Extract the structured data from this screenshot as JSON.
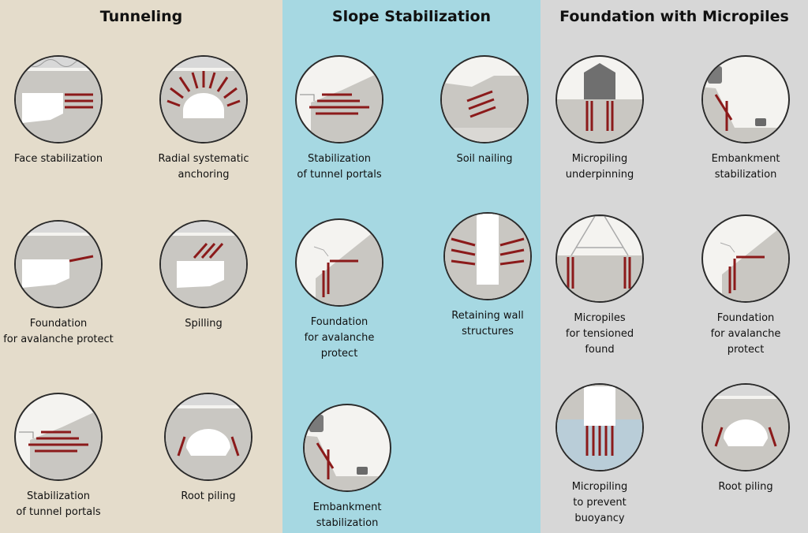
{
  "colors": {
    "tunneling_bg": "#e4dccb",
    "slope_bg": "#a6d8e2",
    "micropiles_bg": "#d7d7d7",
    "anchor_red": "#8b1a1a",
    "ground_gray": "#c9c7c2",
    "ring_dark": "#2b2b2b"
  },
  "columns": [
    {
      "title": "Tunneling",
      "items": [
        {
          "caption": "Face stabilization",
          "icon": "face-stabilization-icon"
        },
        {
          "caption": "Radial systematic\nanchoring",
          "icon": "radial-anchoring-icon"
        },
        {
          "caption": "Foundation\nfor avalanche protect",
          "icon": "avalanche-foundation-icon"
        },
        {
          "caption": "Spilling",
          "icon": "spilling-icon"
        },
        {
          "caption": "Stabilization\nof tunnel portals",
          "icon": "tunnel-portal-icon"
        },
        {
          "caption": "Root piling",
          "icon": "root-piling-icon"
        }
      ]
    },
    {
      "title": "Slope Stabilization",
      "items": [
        {
          "caption": "Stabilization\nof tunnel portals",
          "icon": "tunnel-portal-icon"
        },
        {
          "caption": "Soil nailing",
          "icon": "soil-nailing-icon"
        },
        {
          "caption": "Foundation\nfor avalanche\nprotect",
          "icon": "avalanche-foundation-icon"
        },
        {
          "caption": "Retaining wall\nstructures",
          "icon": "retaining-wall-icon"
        },
        {
          "caption": "Embankment\nstabilization",
          "icon": "embankment-icon"
        }
      ]
    },
    {
      "title": "Foundation with Micropiles",
      "items": [
        {
          "caption": "Micropiling\nunderpinning",
          "icon": "underpinning-icon"
        },
        {
          "caption": "Embankment\nstabilization",
          "icon": "embankment-icon"
        },
        {
          "caption": "Micropiles\nfor tensioned\nfound",
          "icon": "tensioned-foundation-icon"
        },
        {
          "caption": "Foundation\nfor avalanche\nprotect",
          "icon": "avalanche-foundation-icon"
        },
        {
          "caption": "Micropiling\nto prevent\nbuoyancy",
          "icon": "buoyancy-icon"
        },
        {
          "caption": "Root piling",
          "icon": "root-piling-icon"
        }
      ]
    }
  ]
}
